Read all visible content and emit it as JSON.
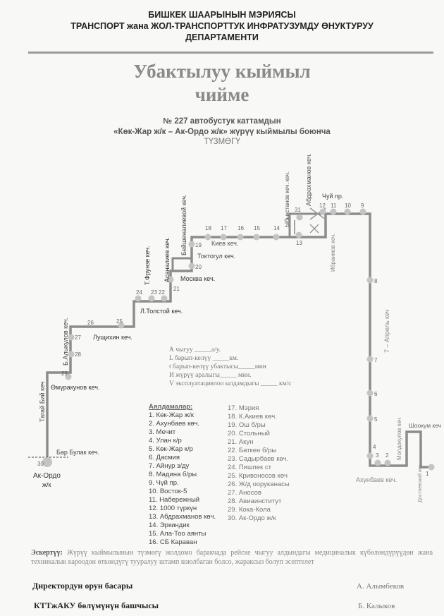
{
  "header": {
    "line1": "БИШКЕК ШААРЫНЫН МЭРИЯСЫ",
    "line2": "ТРАНСПОРТ жана ЖОЛ-ТРАНСПОРТТУК ИНФРАТУЗУМДУ ӨНУКТУРУУ",
    "line3": "ДЕПАРТАМЕНТИ"
  },
  "title": {
    "line1": "Убактылуу кыймыл",
    "line2": "чийме"
  },
  "subtitle": {
    "line1": "№ 227  автобустук каттамдын",
    "line2": "«Көк-Жар ж/к – Ак-Ордо ж/к» жүрүү кыймылы боюнча",
    "line3": "ТҮЗМӨГҮ"
  },
  "map": {
    "streets": {
      "chuy": "Чуй пр.",
      "kiev": "Киев кеч.",
      "toktogul": "Токтогул кеч.",
      "moskva": "Москва кеч.",
      "tolstoy": "Л.Толстой кеч.",
      "lushchikhin": "Лущихин кеч.",
      "omurakunov": "Өмүракунов кеч.",
      "bar_bulak": "Бар Булак кеч.",
      "beishenalieva": "Бейшеналиевой кеч.",
      "asanaliev": "Асаналиев кеч.",
      "frunze": "Т.Фрунзе кеч.",
      "alykulov": "Б.Алыкулов кеч.",
      "tagai_bii": "Тагай Бий кеч",
      "erkindik": "Ыбыкстанов кеч. кеч.",
      "abdrakhmanov": "Абдрахманов кеч.",
      "ibraimov": "Ибраимов кеч.",
      "april7": "7 – Апрель кеч",
      "moldokulov": "Молдокулов кеч",
      "shookum": "Шоокум кеч",
      "dostoevsky": "Достоевский кеч.",
      "akhunbaev": "Ахунбаев кеч.",
      "terminal_a": "Ак-Ордо",
      "terminal_b": "ж/к"
    },
    "stop_numbers": [
      "1",
      "2",
      "3",
      "4",
      "5",
      "6",
      "7",
      "8",
      "9",
      "10",
      "11",
      "12",
      "13",
      "14",
      "15",
      "16",
      "17",
      "18",
      "19",
      "20",
      "21",
      "22",
      "23",
      "24",
      "25",
      "26",
      "27",
      "28",
      "29",
      "30",
      "31"
    ],
    "route_color": "#8c8c8c",
    "stop_color": "#c4c4c4"
  },
  "params": {
    "a": "А чыгуу _____а/у.",
    "l": "L барып-келүү _____км.",
    "t": "t барып-келүү убактысы_____мин",
    "i": "И жүрүү аралыгы_____     мин.",
    "v": "V эксплуатациялоо ылдамдыгы _____ км/с"
  },
  "stops": {
    "heading": "Аялдамалар:",
    "col1": [
      "1. Көк-Жар ж/к",
      "2. Ахунбаев көч.",
      "3. Мечит",
      "4. Улан к/р",
      "5. Көк-Жар к/р",
      "6. Дасмия",
      "7. Айнур з/ду",
      "8. Мадина б/ры",
      "9. Чүй пр.",
      "10. Восток-5",
      "11. Набережный",
      "12. 1000 түркүн",
      "13. Абдрахманов көч.",
      "14. Эркиндик",
      "15. Ала-Тоо аянты",
      "16. СБ Караван"
    ],
    "col2": [
      "17. Мэрия",
      "18. К.Акиев көч.",
      "19. Ош б/ры",
      "20. Стольный",
      "21. Акун",
      "22. Баткен б/ры",
      "23. Садырбаев көч.",
      "24. Пишпек ст",
      "25. Кривоносов көч",
      "26. Ж/д ооруканасы",
      "27. Аносов",
      "28. Авиаинститут",
      "29. Кока-Кола",
      "30. Ак-Ордо ж/к"
    ]
  },
  "note": {
    "label": "Эскертүү:",
    "text": "Жүрүү кыймылынын түзмөгү жолдомо баракчада рейске чыгуу алдындагы медициналык күбөлөндүрүүдөн жана техникалык кароодон өткөндүгү тууралуу штамп коюлбаган болсо, жараксыз болуп эсептелет"
  },
  "signatures": [
    {
      "position": "Директордун орун басары",
      "name": "А. Алымбеков"
    },
    {
      "position": "КТТжАКУ  бөлүмүнүн башчысы",
      "name": "Б. Калыков"
    }
  ]
}
